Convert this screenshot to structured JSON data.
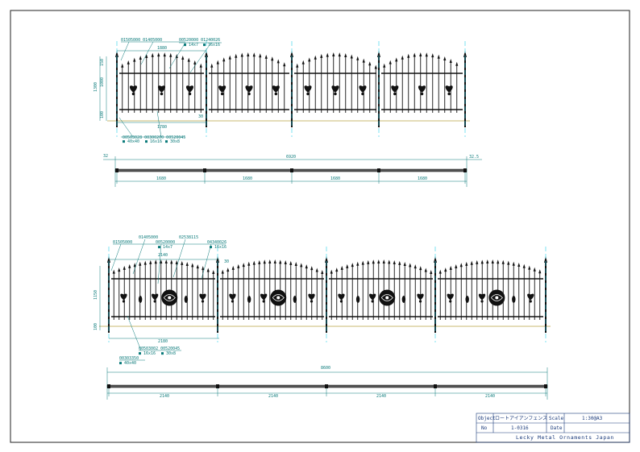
{
  "colors": {
    "ink": "#111111",
    "teal": "#0a7a7a",
    "cyan": "#25d0e8",
    "gold": "#b8a040",
    "titleblock": "#1a3a7a"
  },
  "top_fence": {
    "callouts": {
      "top_left_pair": "01505000 01405000",
      "top_right_pair": "00520000 01240026",
      "bar_a": "■ 14x7",
      "bar_b": "■ 16x16",
      "bottom_pair": "00503028 00300200 00520045",
      "post_a": "■ 40x40",
      "post_b": "■ 16x16",
      "post_c": "■ 30x8"
    },
    "dims": {
      "span_top": "1880",
      "span_bottom": "1780",
      "height_total": "1300",
      "height_inner": "1000",
      "height_small": "150",
      "ground": "100",
      "end_gap": "30"
    },
    "plan": {
      "left_end": "32",
      "total": "6920",
      "right_end": "32.5",
      "spans": [
        "1680",
        "1680",
        "1680",
        "1680"
      ]
    }
  },
  "bottom_fence": {
    "callouts": {
      "c1": "01505000",
      "c2": "01405000",
      "c3": "00520000",
      "c4": "02538115",
      "c5": "04340026",
      "bar_a": "■ 14x7",
      "bar_b": "■ 16x16",
      "span_top": "2140",
      "low_pair": "00503002 00520045",
      "low_a": "■ 16x16",
      "low_b": "■ 30x8",
      "post": "00303350",
      "post_size": "■ 40x40"
    },
    "dims": {
      "span_bottom": "2180",
      "height_total": "1150",
      "ground": "100",
      "end_gap": "30"
    },
    "plan": {
      "total": "8600",
      "spans": [
        "2140",
        "2140",
        "2140",
        "2140"
      ]
    }
  },
  "title_block": {
    "object_label": "Object",
    "object_value": "ロートアイアンフェンス",
    "scale_label": "Scale",
    "scale_value": "1:30@A3",
    "no_label": "No",
    "no_value": "1-0316",
    "date_label": "Date",
    "date_value": "",
    "company": "Lecky Metal Ornaments Japan"
  }
}
